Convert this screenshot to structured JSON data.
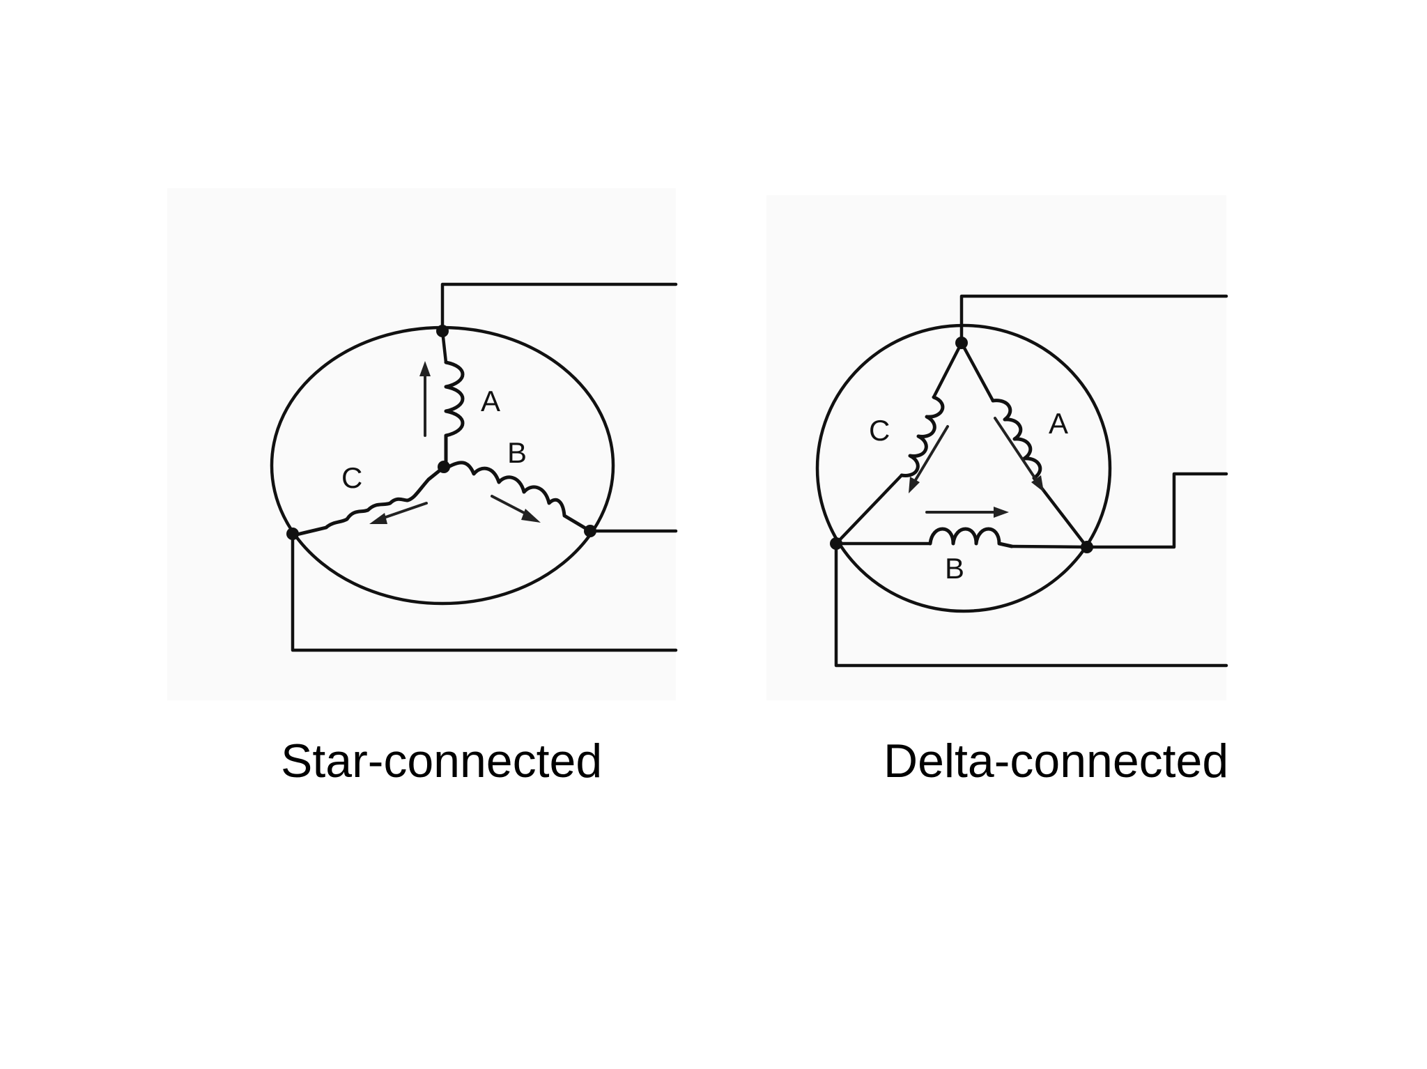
{
  "star": {
    "caption": "Star-connected",
    "windings": {
      "a": "A",
      "b": "B",
      "c": "C"
    }
  },
  "delta": {
    "caption": "Delta-connected",
    "windings": {
      "a": "A",
      "b": "B",
      "c": "C"
    }
  }
}
